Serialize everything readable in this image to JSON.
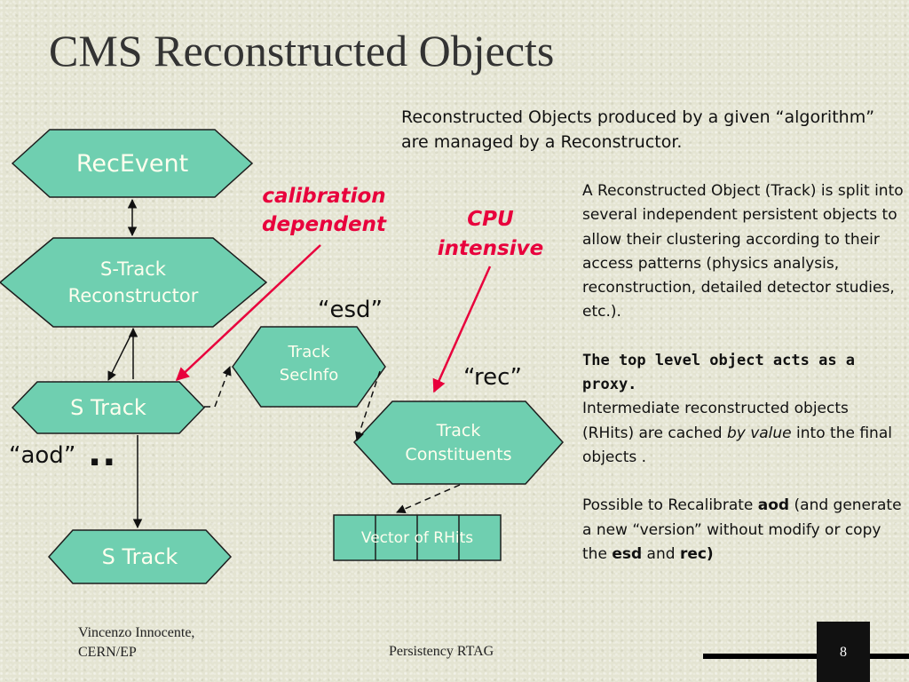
{
  "title": "CMS Reconstructed Objects",
  "nodes": {
    "recevent": "RecEvent",
    "reconstructor_line1": "S-Track",
    "reconstructor_line2": "Reconstructor",
    "strack_1": "S Track",
    "strack_2": "S Track",
    "secinfo_line1": "Track",
    "secinfo_line2": "SecInfo",
    "constituents_line1": "Track",
    "constituents_line2": "Constituents",
    "rhits": "Vector of RHits"
  },
  "annotations": {
    "calibration_line1": "calibration",
    "calibration_line2": "dependent",
    "cpu_line1": "CPU",
    "cpu_line2": "intensive",
    "esd": "“esd”",
    "rec": "“rec”",
    "aod": "“aod”",
    "dots": ".."
  },
  "text": {
    "intro": "Reconstructed Objects produced by a given “algorithm” are managed by a Reconstructor.",
    "p1": "A Reconstructed Object (Track) is split into several independent persistent objects to allow their clustering according to their access patterns (physics analysis, reconstruction, detailed detector studies, etc.).",
    "p2_bold": "The top level object acts as a proxy.",
    "p2_a": "Intermediate reconstructed objects (RHits) are cached ",
    "p2_italic": "by value",
    "p2_b": " into the final objects .",
    "p3_a": "Possible to Recalibrate ",
    "p3_aod": "aod",
    "p3_b": " (and generate a new “version” without modify or copy the ",
    "p3_esd": "esd",
    "p3_c": " and ",
    "p3_rec": "rec)"
  },
  "footer": {
    "author_line1": "Vincenzo Innocente,",
    "author_line2": "CERN/EP",
    "center": "Persistency RTAG",
    "page": "8"
  },
  "colors": {
    "shape_fill": "#6fcfb0",
    "accent_red": "#e8003c",
    "background": "#e4e4d2"
  }
}
